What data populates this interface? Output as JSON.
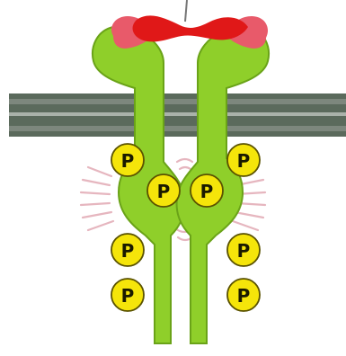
{
  "figure": {
    "phosphate_label": "P",
    "colors": {
      "membrane_dark": "#5b6a5c",
      "membrane_light": "#8c968c",
      "membrane_stripe": "#aab2aa",
      "receptor_green": "#8fcf2a",
      "receptor_outline": "#6aa318",
      "ligand_red": "#e01818",
      "ligand_pink": "#e85a6a",
      "phosphate_yellow": "#f5e50a",
      "phosphate_outline": "#5a5200",
      "activity_lines": "#e6b6bf",
      "tether_line": "#777777"
    },
    "phosphates": [
      {
        "id": "left-upper"
      },
      {
        "id": "left-inner"
      },
      {
        "id": "right-inner"
      },
      {
        "id": "right-upper"
      },
      {
        "id": "left-lower-1"
      },
      {
        "id": "left-lower-2"
      },
      {
        "id": "right-lower-1"
      },
      {
        "id": "right-lower-2"
      }
    ]
  }
}
